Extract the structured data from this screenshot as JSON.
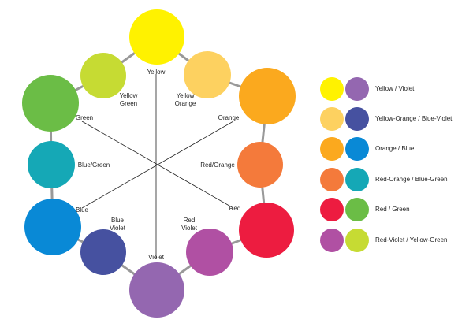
{
  "wheel": {
    "ring_color": "#999999",
    "spoke_color": "#222222",
    "circles": [
      {
        "name": "yellow",
        "color": "#FFF200",
        "label": [
          "Yellow"
        ]
      },
      {
        "name": "yellow-orange",
        "color": "#FDD160",
        "label": [
          "Yellow",
          "Orange"
        ]
      },
      {
        "name": "orange",
        "color": "#FBA91E",
        "label": [
          "Orange"
        ]
      },
      {
        "name": "red-orange",
        "color": "#F47A3B",
        "label": [
          "Red/Orange"
        ]
      },
      {
        "name": "red",
        "color": "#ED1C40",
        "label": [
          "Red"
        ]
      },
      {
        "name": "red-violet",
        "color": "#B050A3",
        "label": [
          "Red",
          "Violet"
        ]
      },
      {
        "name": "violet",
        "color": "#9467B0",
        "label": [
          "Violet"
        ]
      },
      {
        "name": "blue-violet",
        "color": "#4651A0",
        "label": [
          "Blue",
          "Violet"
        ]
      },
      {
        "name": "blue",
        "color": "#0989D6",
        "label": [
          "Blue"
        ]
      },
      {
        "name": "blue-green",
        "color": "#15A8B6",
        "label": [
          "Blue/Green"
        ]
      },
      {
        "name": "green",
        "color": "#6BBD46",
        "label": [
          "Green"
        ]
      },
      {
        "name": "yellow-green",
        "color": "#C6DB33",
        "label": [
          "Yellow",
          "Green"
        ]
      }
    ]
  },
  "legend": [
    {
      "label": "Yellow / Violet",
      "colors": [
        "#FFF200",
        "#9467B0"
      ]
    },
    {
      "label": "Yellow-Orange / Blue-Violet",
      "colors": [
        "#FDD160",
        "#4651A0"
      ]
    },
    {
      "label": "Orange / Blue",
      "colors": [
        "#FBA91E",
        "#0989D6"
      ]
    },
    {
      "label": "Red-Orange / Blue-Green",
      "colors": [
        "#F47A3B",
        "#15A8B6"
      ]
    },
    {
      "label": "Red / Green",
      "colors": [
        "#ED1C40",
        "#6BBD46"
      ]
    },
    {
      "label": "Red-Violet / Yellow-Green",
      "colors": [
        "#B050A3",
        "#C6DB33"
      ]
    }
  ]
}
